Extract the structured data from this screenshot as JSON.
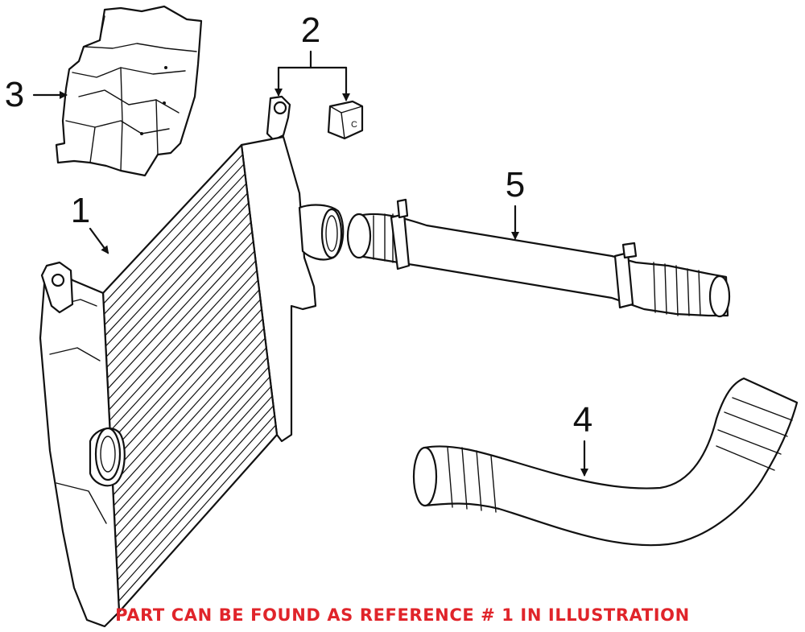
{
  "diagram": {
    "callouts": [
      {
        "id": "1",
        "label": "1"
      },
      {
        "id": "2",
        "label": "2"
      },
      {
        "id": "3",
        "label": "3"
      },
      {
        "id": "4",
        "label": "4"
      },
      {
        "id": "5",
        "label": "5"
      }
    ],
    "note": "PART CAN BE FOUND AS REFERENCE # 1 IN ILLUSTRATION",
    "note_color": "#e0242a"
  }
}
